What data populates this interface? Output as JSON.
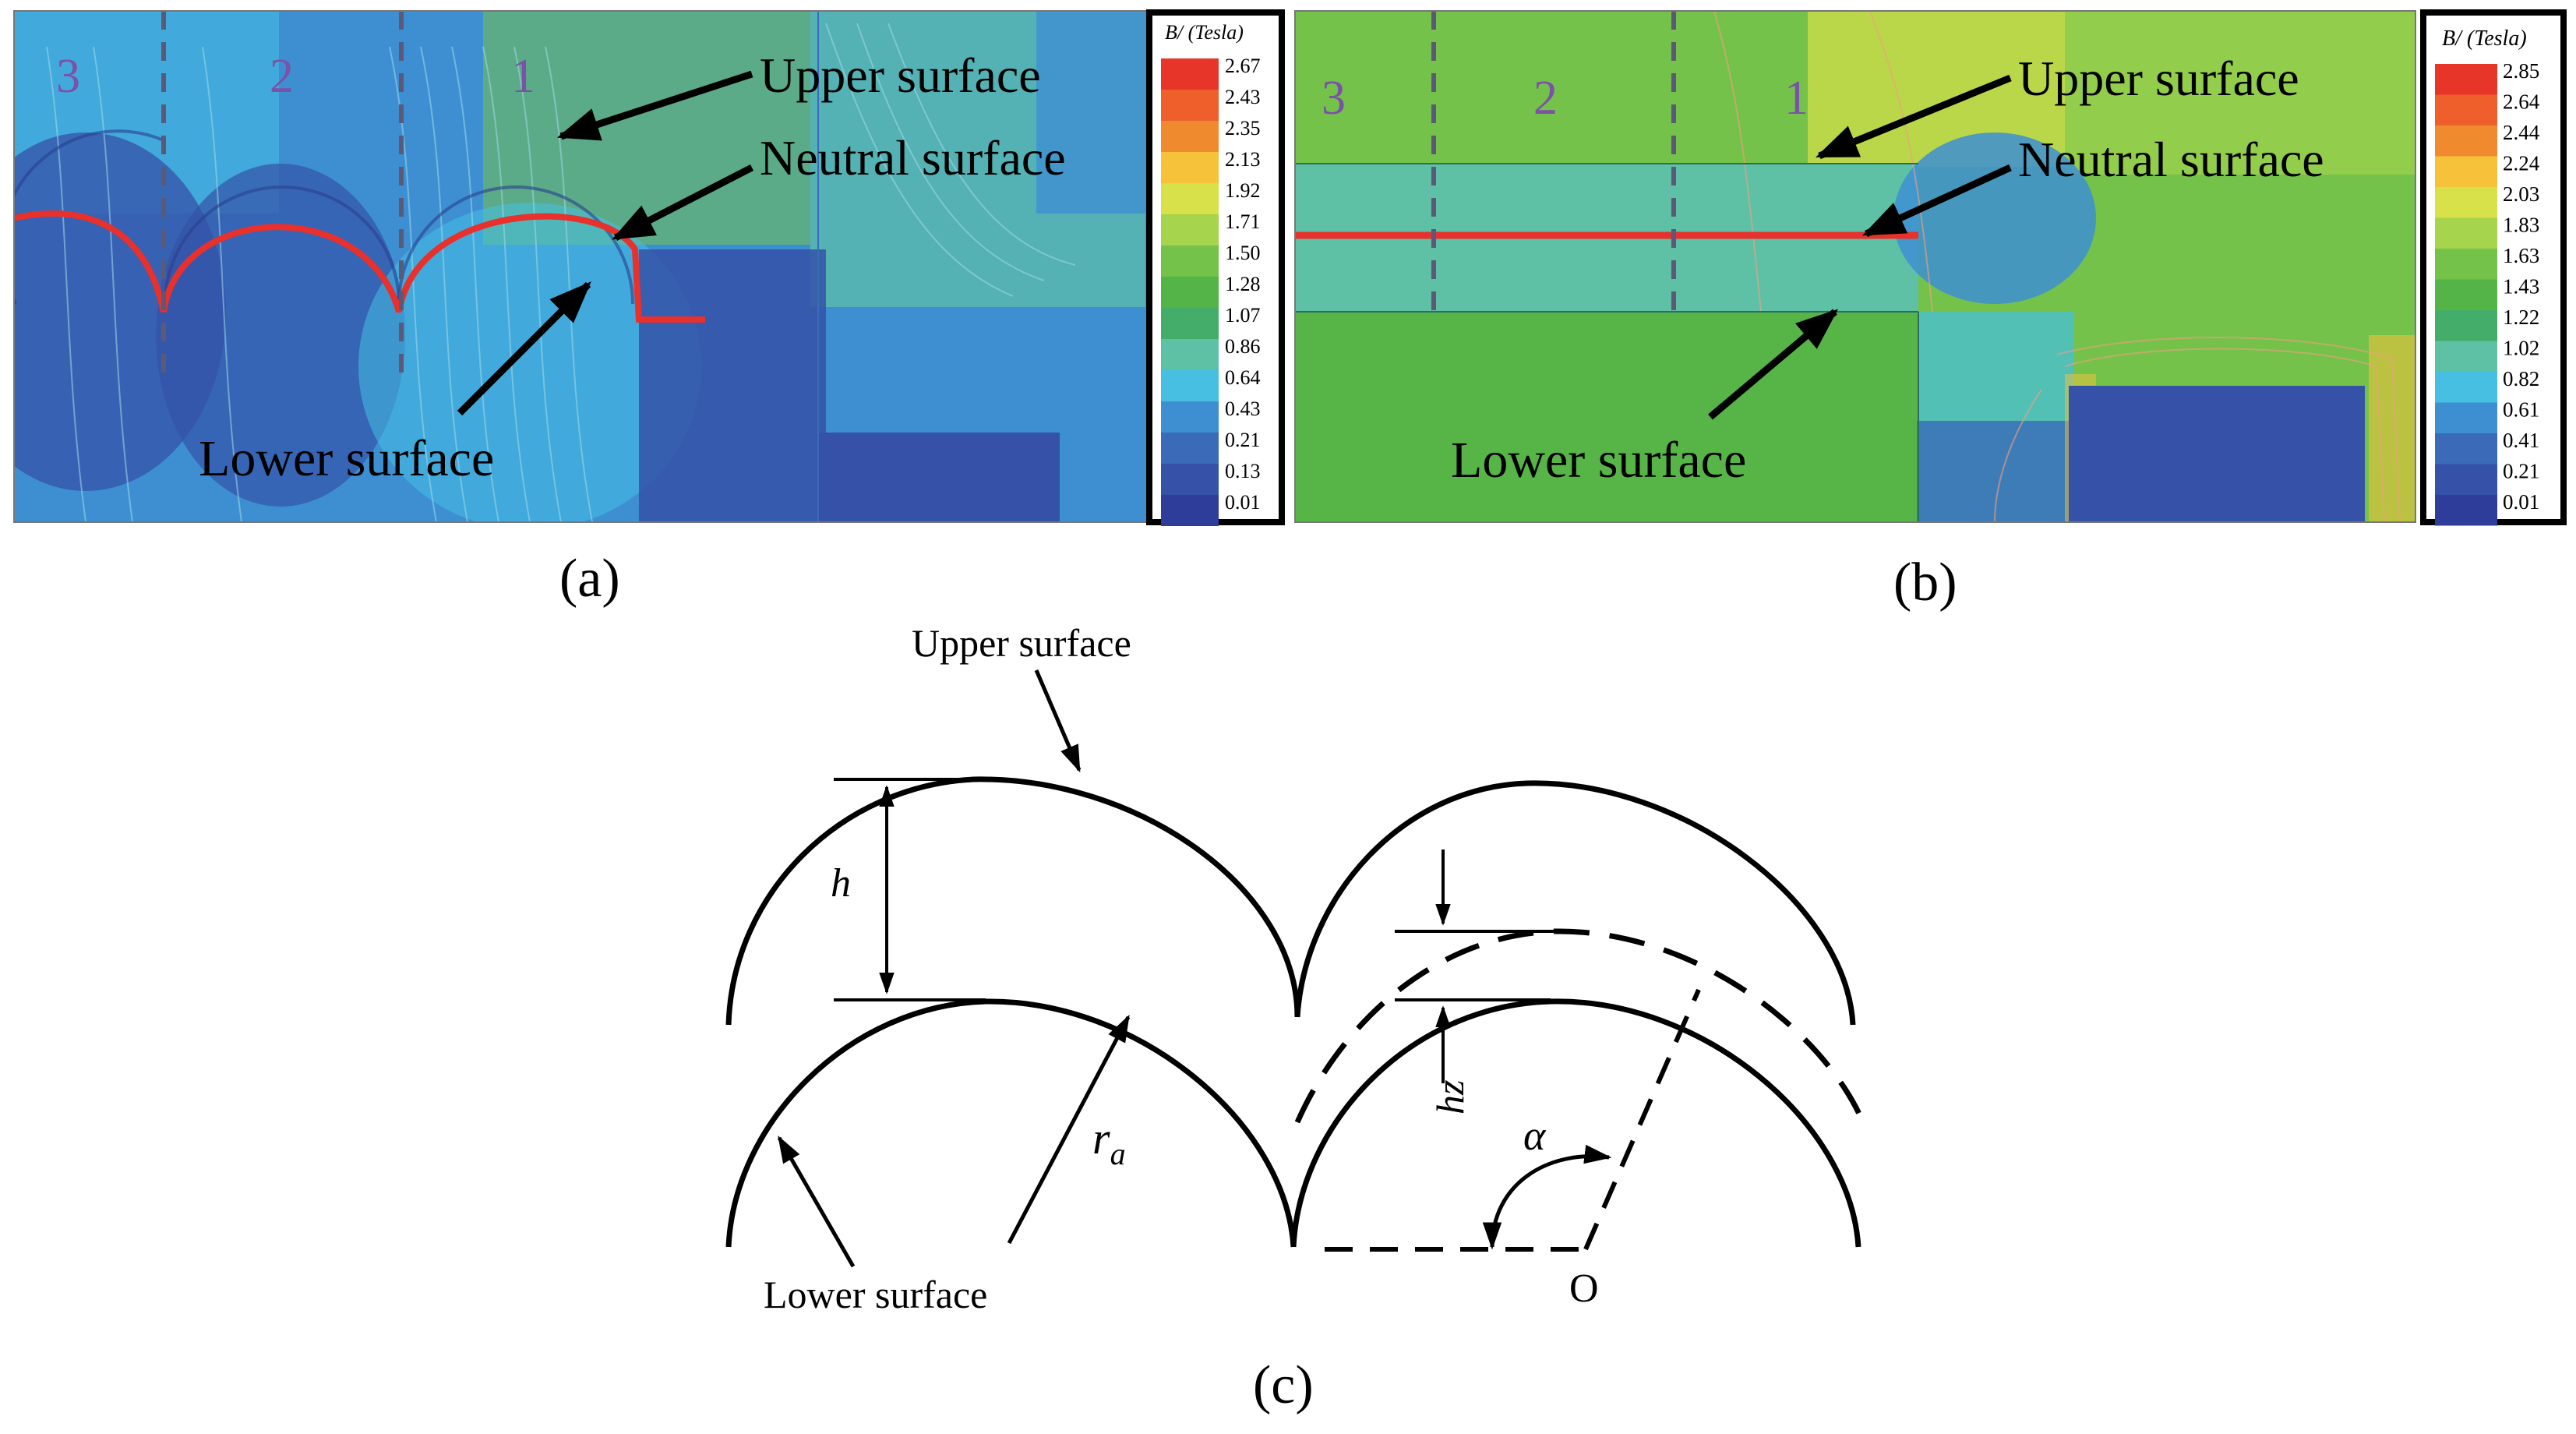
{
  "panel_a": {
    "zones": [
      "3",
      "2",
      "1"
    ],
    "label_upper": "Upper surface",
    "label_neutral": "Neutral surface",
    "label_lower": "Lower surface",
    "legend_title": "B/ (Tesla)",
    "legend_values": [
      "2.67",
      "2.43",
      "2.35",
      "2.13",
      "1.92",
      "1.71",
      "1.50",
      "1.28",
      "1.07",
      "0.86",
      "0.64",
      "0.43",
      "0.21",
      "0.13",
      "0.01"
    ],
    "caption": "(a)"
  },
  "panel_b": {
    "zones": [
      "3",
      "2",
      "1"
    ],
    "label_upper": "Upper surface",
    "label_neutral": "Neutral surface",
    "label_lower": "Lower surface",
    "legend_title": "B/ (Tesla)",
    "legend_values": [
      "2.85",
      "2.64",
      "2.44",
      "2.24",
      "2.03",
      "1.83",
      "1.63",
      "1.43",
      "1.22",
      "1.02",
      "0.82",
      "0.61",
      "0.41",
      "0.21",
      "0.01"
    ],
    "caption": "(b)"
  },
  "panel_c": {
    "label_upper": "Upper surface",
    "label_lower": "Lower surface",
    "h": "h",
    "ra_main": "r",
    "ra_sub": "a",
    "hz": "hz",
    "alpha": "α",
    "origin": "O",
    "caption": "(c)"
  },
  "colors": {
    "scale": [
      "#e8352a",
      "#ee5f2c",
      "#f08a2e",
      "#f5c23a",
      "#d8e04a",
      "#a6d44c",
      "#74c24a",
      "#54b448",
      "#44ad6a",
      "#5ec1a6",
      "#46bfe2",
      "#3d8fd2",
      "#3a6ab8",
      "#3552a8",
      "#2f3d9a"
    ],
    "neutral_line": "#e8302c",
    "zone_text": "#7a52a8",
    "divider": "#5a5a78"
  }
}
